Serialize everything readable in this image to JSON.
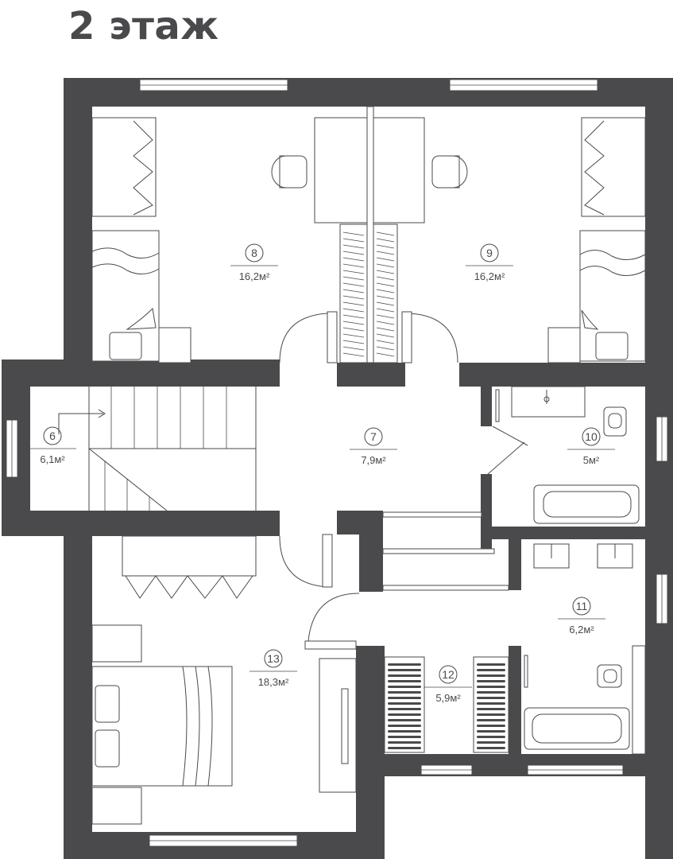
{
  "title": "2 этаж",
  "rooms": [
    {
      "number": "8",
      "area": "16,2м²"
    },
    {
      "number": "9",
      "area": "16,2м²"
    },
    {
      "number": "6",
      "area": "6,1м²"
    },
    {
      "number": "7",
      "area": "7,9м²"
    },
    {
      "number": "10",
      "area": "5м²"
    },
    {
      "number": "11",
      "area": "6,2м²"
    },
    {
      "number": "13",
      "area": "18,3м²"
    },
    {
      "number": "12",
      "area": "5,9м²"
    }
  ]
}
